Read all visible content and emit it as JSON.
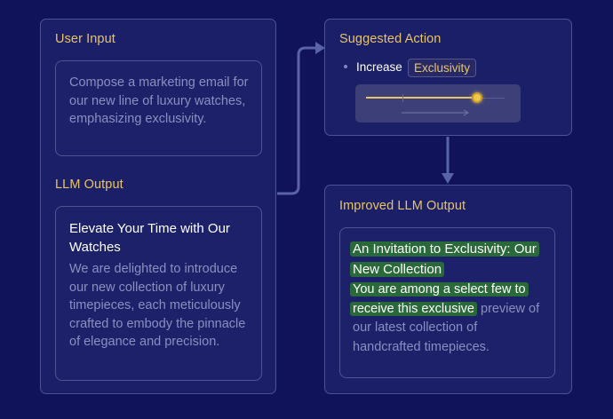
{
  "user_panel": {
    "user_input_title": "User Input",
    "user_input_text": "Compose a marketing email for our new line of luxury watches, emphasizing exclusivity.",
    "llm_output_title": "LLM Output",
    "llm_output_heading": "Elevate Your Time with Our Watches",
    "llm_output_body": "We are delighted to introduce our new collection of luxury timepieces, each meticulously crafted to embody the pinnacle of elegance and precision."
  },
  "suggested_action": {
    "title": "Suggested Action",
    "bullet_label": "Increase",
    "chip_label": "Exclusivity",
    "slider_value": 0.8
  },
  "improved_panel": {
    "title": "Improved LLM Output",
    "heading_highlight": "An Invitation to Exclusivity: Our New Collection",
    "body_highlight": "You are among a select few to receive this exclusive",
    "body_rest": "preview of our latest collection of handcrafted timepieces."
  },
  "colors": {
    "background": "#10135a",
    "accent_gold": "#e8c466",
    "highlight_green": "#2a6a3a",
    "connector": "#5a63a6"
  }
}
